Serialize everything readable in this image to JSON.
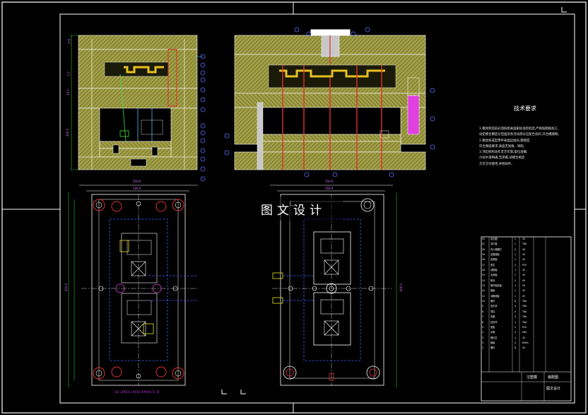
{
  "watermark": "图文设计",
  "notes": {
    "title": "技术要求",
    "lines": [
      "1.模具制造前必须按相关国家标准检验后,严格按图纸加工,",
      "   动定模合模后分型面及各活动部分应配合良好,开合模顺畅。",
      "2.模具各成型零件表面应抛光,粗糙度",
      "   符合图纸要求,表面无划痕、缺陷,",
      "3.顶出机构动作灵活可靠,复位准确,",
      "   冷却水道畅通,无渗漏,试模合格后",
      "   方可交付使用,并附样件。"
    ]
  },
  "bom": {
    "rows": [
      [
        "22",
        "定位圈",
        "1",
        "45",
        ""
      ],
      [
        "21",
        "浇口套",
        "1",
        "T8A",
        ""
      ],
      [
        "20",
        "内六角螺钉",
        "4",
        "45",
        ""
      ],
      [
        "19",
        "定模座板",
        "1",
        "45",
        ""
      ],
      [
        "18",
        "定模板",
        "1",
        "45",
        ""
      ],
      [
        "17",
        "型芯",
        "2",
        "P20",
        ""
      ],
      [
        "16",
        "动模板",
        "1",
        "45",
        ""
      ],
      [
        "15",
        "支承板",
        "1",
        "45",
        ""
      ],
      [
        "14",
        "垫块",
        "2",
        "45",
        ""
      ],
      [
        "13",
        "推杆固定板",
        "1",
        "45",
        ""
      ],
      [
        "12",
        "推板",
        "1",
        "45",
        ""
      ],
      [
        "11",
        "动模座板",
        "1",
        "45",
        ""
      ],
      [
        "10",
        "推杆",
        "8",
        "T8A",
        ""
      ],
      [
        "9",
        "复位杆",
        "4",
        "T8A",
        ""
      ],
      [
        "8",
        "导柱",
        "4",
        "T8A",
        ""
      ],
      [
        "7",
        "导套",
        "4",
        "T8A",
        ""
      ],
      [
        "6",
        "拉料杆",
        "1",
        "T8A",
        ""
      ],
      [
        "5",
        "型腔",
        "2",
        "P20",
        ""
      ],
      [
        "4",
        "水嘴",
        "4",
        "H62",
        ""
      ],
      [
        "3",
        "限位钉",
        "4",
        "45",
        ""
      ],
      [
        "2",
        "弹簧",
        "4",
        "65Mn",
        ""
      ],
      [
        "1",
        "螺钉",
        "8",
        "45",
        ""
      ]
    ]
  },
  "title_block": {
    "name": "注塑模",
    "scale": "装配图",
    "company": "图文设计"
  },
  "part_number": "GI-ZXCC-AXD-0PH0-C-D",
  "dims": {
    "plan_left_top": "350.0",
    "plan_left_top2": "320.0",
    "plan_right_top": "350.0",
    "plan_right_top2": "250.0",
    "plan_left_side": "410.0",
    "plan_right_side": "400.0",
    "sec_left_h1": "270",
    "sec_left_h2": "1.0",
    "sec_left_h3": "35.0",
    "sec_left_h4": "400.0"
  }
}
